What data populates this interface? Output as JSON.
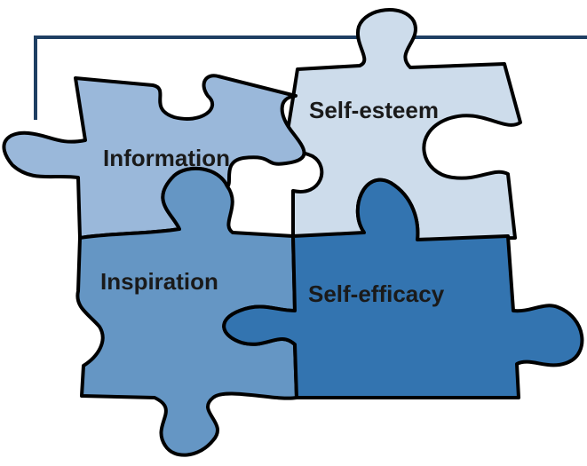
{
  "puzzle": {
    "pieces": [
      {
        "key": "information",
        "label": "Information",
        "color": "#9ab8da"
      },
      {
        "key": "self_esteem",
        "label": "Self-esteem",
        "color": "#cddceb"
      },
      {
        "key": "inspiration",
        "label": "Inspiration",
        "color": "#6596c4"
      },
      {
        "key": "self_efficacy",
        "label": "Self-efficacy",
        "color": "#3374b0"
      }
    ],
    "frame_color": "#1f3f63"
  }
}
